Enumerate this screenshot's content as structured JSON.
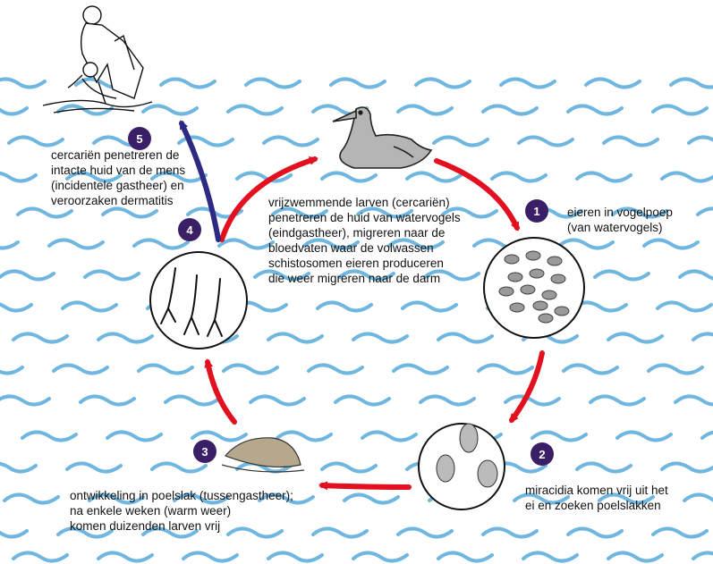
{
  "colors": {
    "water": "#6fb6e0",
    "arrow_red": "#e3101f",
    "arrow_blue": "#2d2a84",
    "badge": "#3b1f66",
    "stage_fill": "#9a9a9a"
  },
  "center_text": "vrijzwemmende larven (cercariën)\npenetreren de huid van watervogels\n(eindgastheer), migreren naar de\nbloedvaten waar de volwassen\nschistosomen eieren produceren\ndie weer migreren naar de darm",
  "stages": [
    {
      "number": "1",
      "text": "eieren in vogelpoep\n(van watervogels)",
      "icon": "eggs-icon"
    },
    {
      "number": "2",
      "text": "miracidia komen vrij uit het\nei en zoeken poelslakken",
      "icon": "miracidia-icon"
    },
    {
      "number": "3",
      "text": "ontwikkeling in poelslak (tussengastheer);\nna enkele weken (warm weer)\nkomen duizenden larven vrij",
      "icon": "snail-icon"
    },
    {
      "number": "4",
      "text": "",
      "icon": "cercariae-icon"
    },
    {
      "number": "5",
      "text": "cercariën penetreren de\nintacte huid van de mens\n(incidentele gastheer) en\nveroorzaken dermatitis",
      "icon": "humans-icon"
    }
  ],
  "icons": {
    "bird": "duck-icon",
    "humans": "swimmers-icon"
  }
}
